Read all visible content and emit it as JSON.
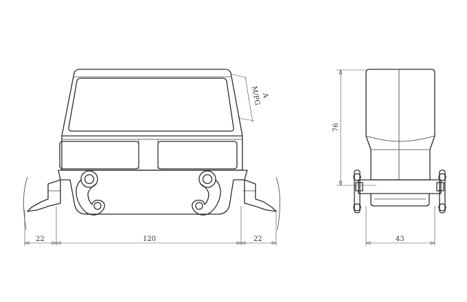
{
  "drawing": {
    "front_view": {
      "dim_left_flange": "22",
      "dim_center": "120",
      "dim_right_flange": "22",
      "entry_label": "M/PG",
      "entry_marker": "A"
    },
    "side_view": {
      "dim_height": "76",
      "dim_width": "43"
    },
    "colors": {
      "line": "#2a2a2a",
      "background": "#ffffff"
    }
  }
}
